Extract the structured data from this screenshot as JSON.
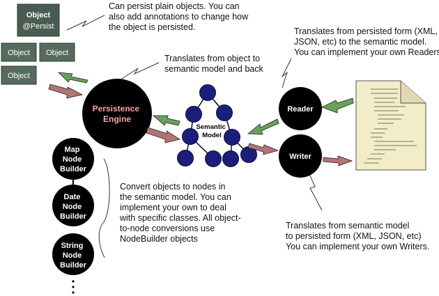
{
  "colors": {
    "box_fill": "#556b5e",
    "box_top_fill": "#4a5c52",
    "engine_label": "#f4a6a6",
    "node_fill": "#1b1f7a",
    "arrow_green": "#6aa15a",
    "arrow_red": "#b37474",
    "document_fill": "#f3ecc8"
  },
  "object_stack": {
    "top_title": "Object",
    "top_subtitle": "@Persist",
    "boxes": [
      "Object",
      "Object",
      "Object"
    ]
  },
  "notes": {
    "persist_objects": [
      "Can persist plain objects. You can",
      "also add annotations to change how",
      "the object is persisted."
    ],
    "translate_object": [
      "Translates from object to",
      "semantic model and back"
    ],
    "reader_note": [
      "Translates from persisted form (XML,",
      "JSON, etc) to the  semantic model.",
      "You can implement your own Readers."
    ],
    "node_builder_note": [
      "Convert objects to nodes in",
      "the semantic model. You can",
      "implement your own to deal",
      "with specific classes. All object-",
      "to-node conversions use",
      "NodeBuilder objects"
    ],
    "writer_note": [
      "Translates from semantic model",
      "to persisted form (XML, JSON, etc)",
      "You can implement your own Writers."
    ]
  },
  "engine": {
    "label_lines": [
      "Persistence",
      "Engine"
    ]
  },
  "semantic_model": {
    "label_lines": [
      "Semantic",
      "Model"
    ]
  },
  "reader": {
    "label": "Reader"
  },
  "writer": {
    "label": "Writer"
  },
  "builders": [
    {
      "label_lines": [
        "Map",
        "Node",
        "Builder"
      ]
    },
    {
      "label_lines": [
        "Date",
        "Node",
        "Builder"
      ]
    },
    {
      "label_lines": [
        "String",
        "Node",
        "Builder"
      ]
    }
  ]
}
